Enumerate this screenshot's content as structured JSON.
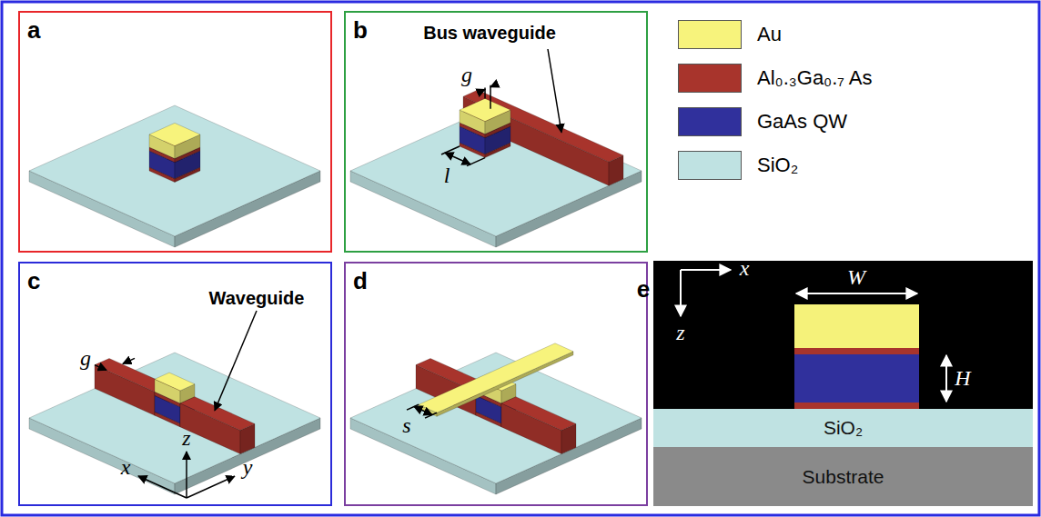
{
  "diagram": {
    "nodes": [
      {
        "text": [
          "a"
        ]
      },
      {
        "text": [
          "b"
        ]
      },
      {
        "text": [
          "c"
        ]
      },
      {
        "text": [
          "d"
        ]
      },
      {
        "text": [
          "SiO₂"
        ]
      },
      {
        "text": [
          "Substrate"
        ]
      }
    ],
    "labels": [
      "Bus waveguide",
      "g",
      "l",
      "e",
      "x",
      "z",
      "W",
      "H",
      "Waveguide",
      "g",
      "x",
      "z",
      "y",
      "s"
    ],
    "legend": [
      {
        "text": "Au",
        "color": "#f7f37c"
      },
      {
        "text": "Al₀.₃Ga₀.₇ As",
        "color": "#a8342c"
      },
      {
        "text": "GaAs QW",
        "color": "#30309c"
      },
      {
        "text": "SiO₂",
        "color": "#bfe2e2"
      }
    ]
  }
}
